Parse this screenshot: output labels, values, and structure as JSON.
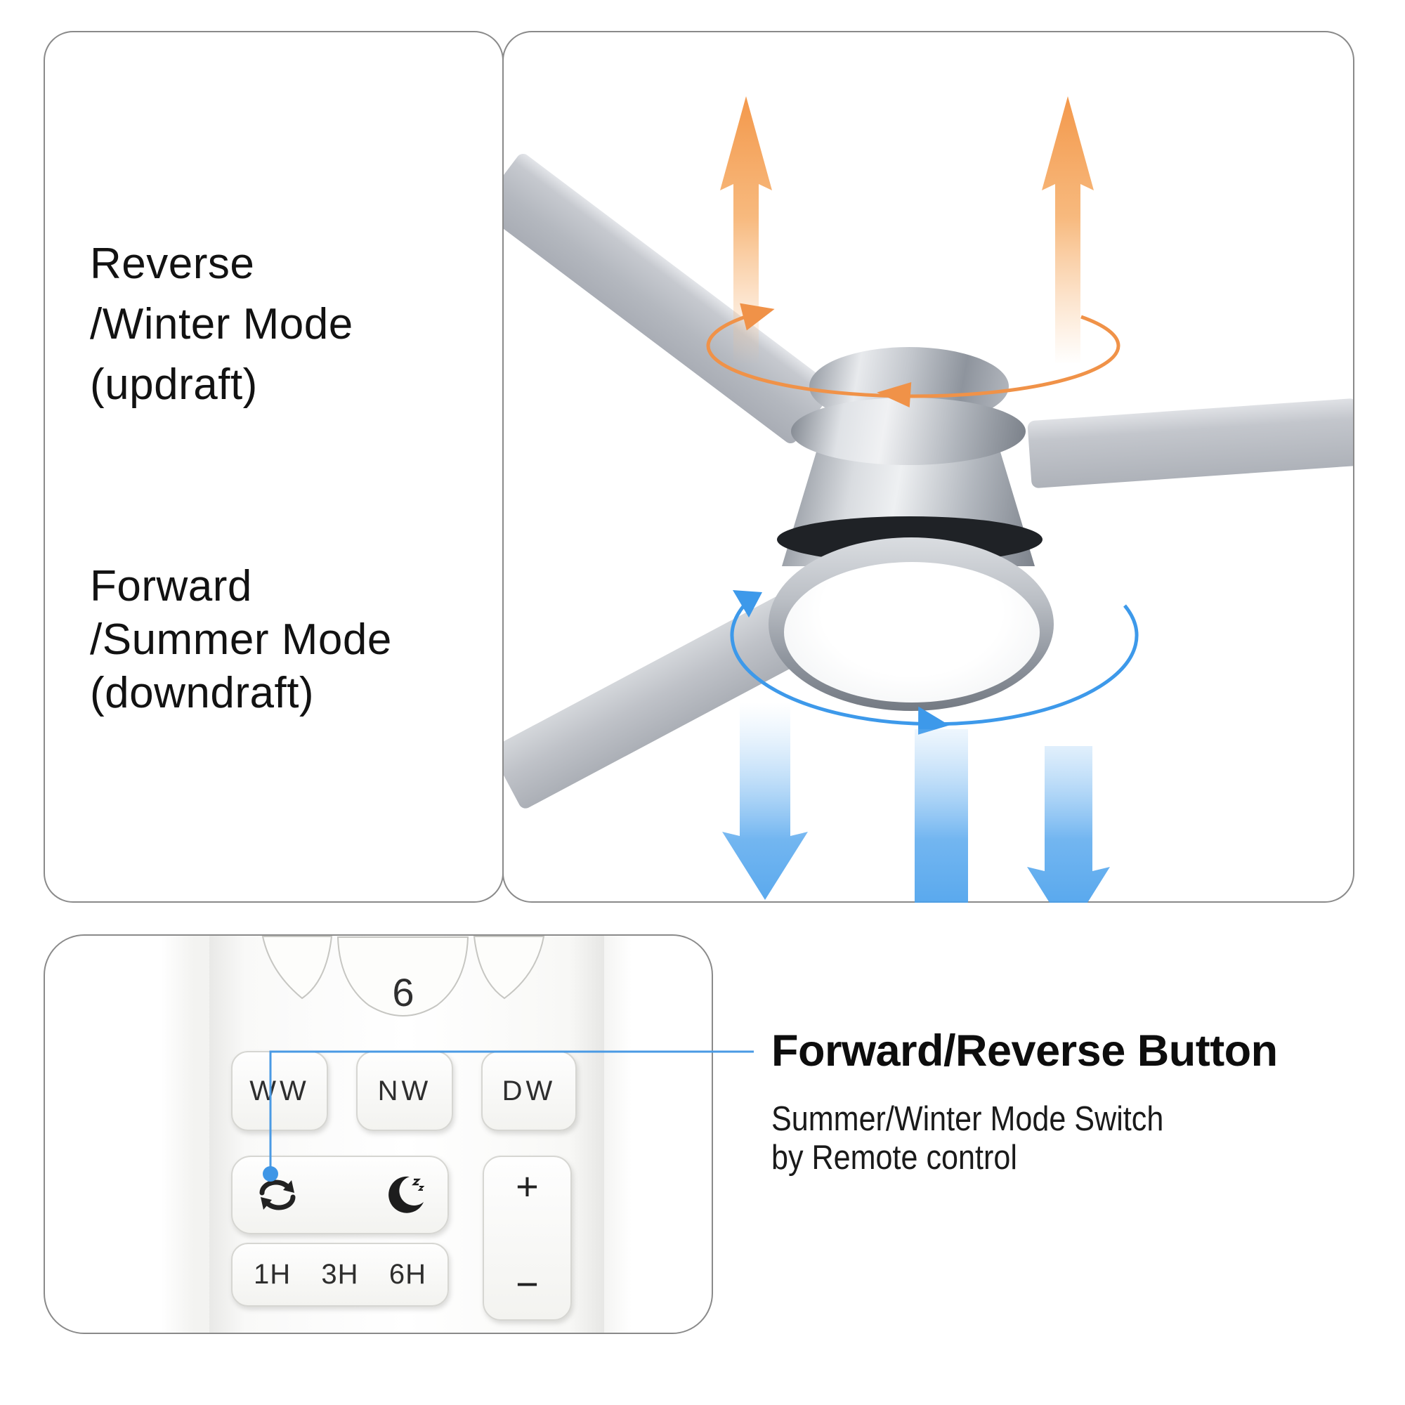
{
  "modes": {
    "reverse": {
      "lines": [
        "Reverse",
        "/Winter Mode",
        "(updraft)"
      ]
    },
    "forward": {
      "lines": [
        "Forward",
        "/Summer Mode",
        "(downdraft)"
      ]
    }
  },
  "fan_diagram": {
    "updraft_arrows_icon": "orange-up-arrows",
    "reverse_rotation_icon": "orange-rotation-ellipse-arrow",
    "downdraft_arrows_icon": "blue-down-arrows",
    "forward_rotation_icon": "blue-rotation-ellipse-arrow"
  },
  "remote": {
    "speed_button_label": "6",
    "color_buttons": [
      "WW",
      "NW",
      "DW"
    ],
    "reverse_button_icon": "rotation-cycle-icon",
    "sleep_button_icon": "crescent-moon-icon",
    "speed_up_label": "+",
    "speed_down_label": "−",
    "timer_button_labels": [
      "1H",
      "3H",
      "6H"
    ]
  },
  "annotation": {
    "title": "Forward/Reverse Button",
    "description_lines": [
      "Summer/Winter Mode Switch",
      "by Remote control"
    ]
  },
  "colors": {
    "updraft_orange": "#F09248",
    "downdraft_blue": "#3D99EA",
    "callout_blue": "#4A9AE4",
    "panel_border_gray": "#8A8A8A",
    "nickel": "#C7CBD1"
  }
}
